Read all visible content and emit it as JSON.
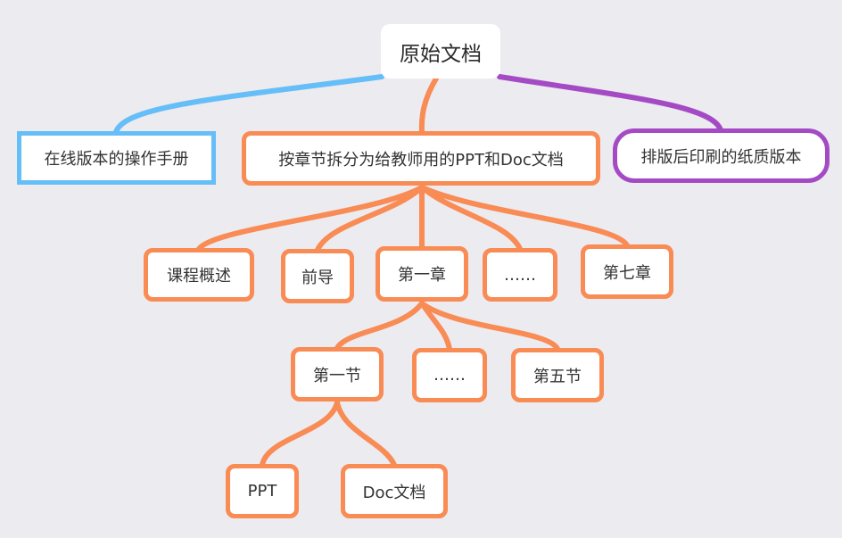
{
  "colors": {
    "background": "#ecebf0",
    "online_branch": "#65bef8",
    "split_branch": "#f98b54",
    "print_branch": "#a54ac5"
  },
  "nodes": {
    "root": "原始文档",
    "online": "在线版本的操作手册",
    "split": "按章节拆分为给教师用的PPT和Doc文档",
    "print": "排版后印刷的纸质版本",
    "course_overview": "课程概述",
    "intro": "前导",
    "chapter1": "第一章",
    "ellipsis_chapters": "……",
    "chapter7": "第七章",
    "section1": "第一节",
    "ellipsis_sections": "……",
    "section5": "第五节",
    "ppt": "PPT",
    "doc": "Doc文档"
  }
}
